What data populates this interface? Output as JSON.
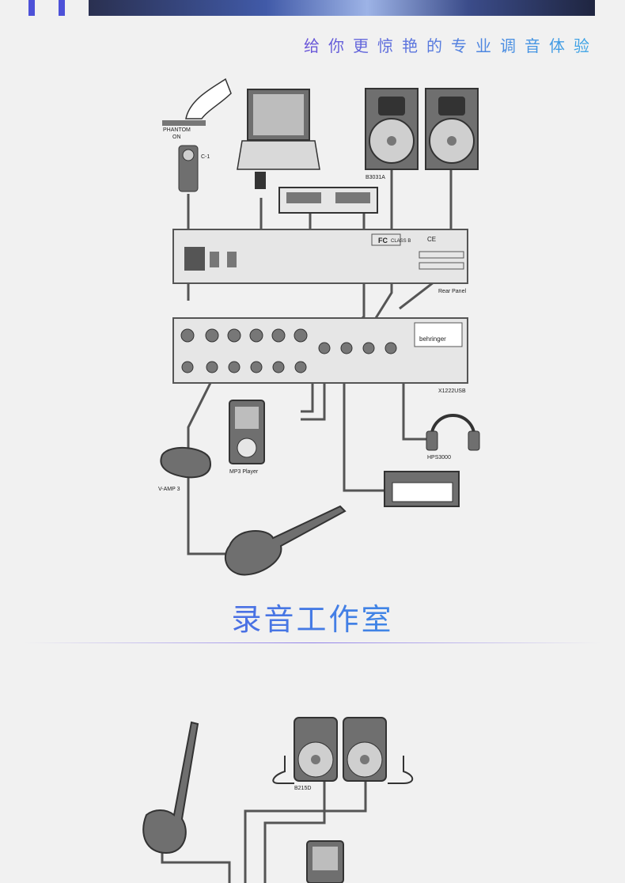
{
  "header": {
    "tagline": "给你更惊艳的专业调音体验"
  },
  "section1": {
    "title": "录音工作室",
    "labels": {
      "phantom": "PHANTOM",
      "phantom_on": "ON",
      "mic": "C-1",
      "monitor": "B3031A",
      "rear_panel": "Rear Panel",
      "mixer": "X1222USB",
      "brand": "behringer",
      "headphones": "HPS3000",
      "mp3": "MP3 Player",
      "amp": "V-AMP 3",
      "fcc": "FC",
      "fcc_class": "CLASS B",
      "ce": "CE"
    }
  },
  "section2": {
    "labels": {
      "speaker": "B215D"
    }
  },
  "colors": {
    "accent_start": "#5b4ee0",
    "accent_end": "#2fa7e9",
    "device": "#6f6f6f"
  }
}
